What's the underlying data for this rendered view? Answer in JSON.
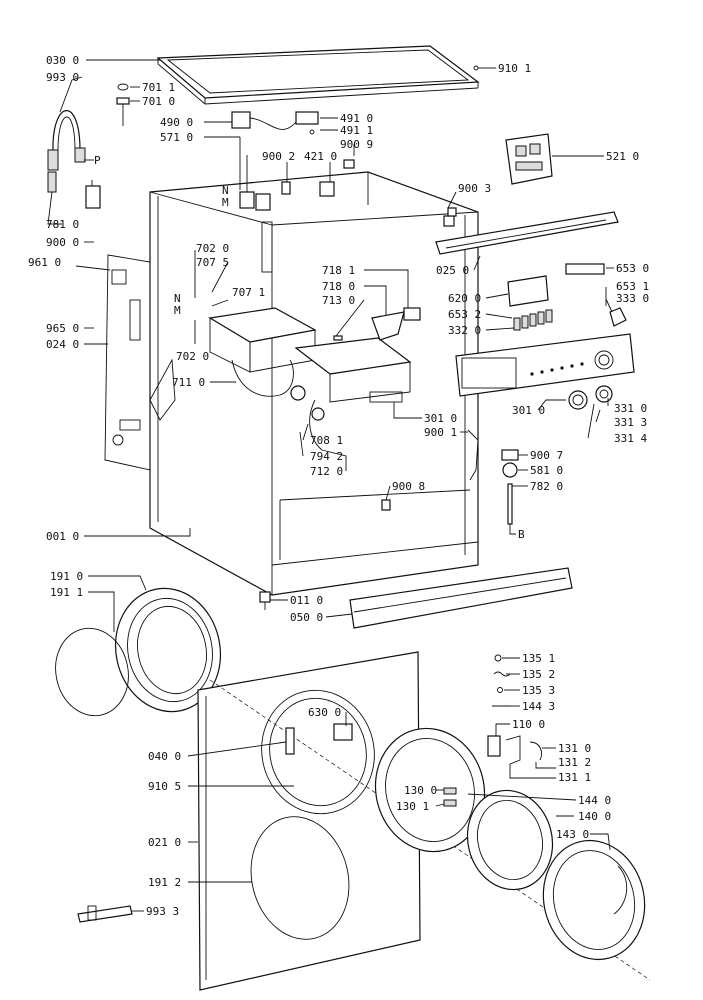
{
  "diagram": {
    "callouts": [
      {
        "id": "c0301",
        "label": "030 0"
      },
      {
        "id": "c9930",
        "label": "993 0"
      },
      {
        "id": "c7011",
        "label": "701 1"
      },
      {
        "id": "c7010",
        "label": "701 0"
      },
      {
        "id": "c4900",
        "label": "490 0"
      },
      {
        "id": "c5710",
        "label": "571 0"
      },
      {
        "id": "c4910",
        "label": "491 0"
      },
      {
        "id": "c4911",
        "label": "491 1"
      },
      {
        "id": "c9009",
        "label": "900 9"
      },
      {
        "id": "c9101",
        "label": "910 1"
      },
      {
        "id": "c9002",
        "label": "900 2"
      },
      {
        "id": "c4210",
        "label": "421 0"
      },
      {
        "id": "c5210",
        "label": "521 0"
      },
      {
        "id": "c9003",
        "label": "900 3"
      },
      {
        "id": "cP",
        "label": "P"
      },
      {
        "id": "c7810",
        "label": "781 0"
      },
      {
        "id": "c9000",
        "label": "900 0"
      },
      {
        "id": "c9610",
        "label": "961 0"
      },
      {
        "id": "c9650",
        "label": "965 0"
      },
      {
        "id": "c0240",
        "label": "024 0"
      },
      {
        "id": "c7020a",
        "label": "702 0"
      },
      {
        "id": "c7075",
        "label": "707 5"
      },
      {
        "id": "c7071",
        "label": "707 1"
      },
      {
        "id": "c7020b",
        "label": "702 0"
      },
      {
        "id": "c7110",
        "label": "711 0"
      },
      {
        "id": "c7181",
        "label": "718 1"
      },
      {
        "id": "c7180",
        "label": "718 0"
      },
      {
        "id": "c7130",
        "label": "713 0"
      },
      {
        "id": "c0250",
        "label": "025 0"
      },
      {
        "id": "c6200",
        "label": "620 0"
      },
      {
        "id": "c6532",
        "label": "653 2"
      },
      {
        "id": "c3320",
        "label": "332 0"
      },
      {
        "id": "c6530",
        "label": "653 0"
      },
      {
        "id": "c6531",
        "label": "653 1"
      },
      {
        "id": "c3330",
        "label": "333 0"
      },
      {
        "id": "c3010a",
        "label": "301 0"
      },
      {
        "id": "c9001",
        "label": "900 1"
      },
      {
        "id": "c3010b",
        "label": "301 0"
      },
      {
        "id": "c3310",
        "label": "331 0"
      },
      {
        "id": "c3313",
        "label": "331 3"
      },
      {
        "id": "c3314",
        "label": "331 4"
      },
      {
        "id": "c7081",
        "label": "708 1"
      },
      {
        "id": "c7942",
        "label": "794 2"
      },
      {
        "id": "c7120",
        "label": "712 0"
      },
      {
        "id": "c9007",
        "label": "900 7"
      },
      {
        "id": "c5810",
        "label": "581 0"
      },
      {
        "id": "c7820",
        "label": "782 0"
      },
      {
        "id": "c9008",
        "label": "900 8"
      },
      {
        "id": "cB",
        "label": "B"
      },
      {
        "id": "c0010",
        "label": "001 0"
      },
      {
        "id": "c1910",
        "label": "191 0"
      },
      {
        "id": "c1911",
        "label": "191 1"
      },
      {
        "id": "c0110",
        "label": "011 0"
      },
      {
        "id": "c0500",
        "label": "050 0"
      },
      {
        "id": "c1351",
        "label": "135 1"
      },
      {
        "id": "c1352",
        "label": "135 2"
      },
      {
        "id": "c1353",
        "label": "135 3"
      },
      {
        "id": "c1443",
        "label": "144 3"
      },
      {
        "id": "c1100",
        "label": "110 0"
      },
      {
        "id": "c6300",
        "label": "630 0"
      },
      {
        "id": "c1310",
        "label": "131 0"
      },
      {
        "id": "c1312",
        "label": "131 2"
      },
      {
        "id": "c1311",
        "label": "131 1"
      },
      {
        "id": "c0400",
        "label": "040 0"
      },
      {
        "id": "c9105",
        "label": "910 5"
      },
      {
        "id": "c1300",
        "label": "130 0"
      },
      {
        "id": "c1301",
        "label": "130 1"
      },
      {
        "id": "c1440",
        "label": "144 0"
      },
      {
        "id": "c1400",
        "label": "140 0"
      },
      {
        "id": "c1430",
        "label": "143 0"
      },
      {
        "id": "c0210",
        "label": "021 0"
      },
      {
        "id": "c1912",
        "label": "191 2"
      },
      {
        "id": "c9933",
        "label": "993 3"
      },
      {
        "id": "cN1",
        "label": "N"
      },
      {
        "id": "cM1",
        "label": "M"
      },
      {
        "id": "cN2",
        "label": "N"
      },
      {
        "id": "cM2",
        "label": "M"
      }
    ]
  }
}
